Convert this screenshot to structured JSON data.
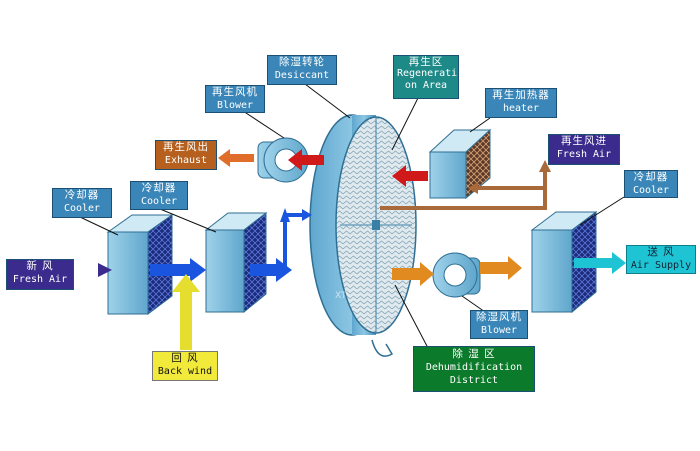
{
  "labels": {
    "desiccant": {
      "zh": "除湿转轮",
      "en": "Desiccant"
    },
    "regeneration_area": {
      "zh": "再生区",
      "en": "Regenerati on Area"
    },
    "blower_top": {
      "zh": "再生风机",
      "en": "Blower"
    },
    "heater": {
      "zh": "再生加热器",
      "en": "heater"
    },
    "exhaust": {
      "zh": "再生风出",
      "en": "Exhaust"
    },
    "fresh_air_regen": {
      "zh": "再生风进",
      "en": "Fresh Air"
    },
    "cooler_left": {
      "zh": "冷却器",
      "en": "Cooler"
    },
    "cooler_mid": {
      "zh": "冷却器",
      "en": "Cooler"
    },
    "cooler_right": {
      "zh": "冷却器",
      "en": "Cooler"
    },
    "fresh_air_in": {
      "zh": "新 风",
      "en": "Fresh Air"
    },
    "air_supply": {
      "zh": "送 风",
      "en": "Air Supply"
    },
    "back_wind": {
      "zh": "回 风",
      "en": "Back wind"
    },
    "blower_bottom": {
      "zh": "除湿风机",
      "en": "Blower"
    },
    "dehumidification": {
      "zh": "除 湿 区",
      "en": "Dehumidification District"
    }
  },
  "colors": {
    "label_blue": "#3a86b8",
    "regen_teal": "#1e8a87",
    "exhaust_orange": "#b5601f",
    "fresh_purple": "#3b2b8c",
    "supply_aqua": "#1ec4d4",
    "backwind_yellow": "#f2ea3a",
    "dehum_green": "#0b7a2a",
    "flow_blue": "#1a55e0",
    "flow_orange": "#e08a20",
    "flow_red": "#d01a1a",
    "flow_brown": "#a86a3a"
  },
  "watermark": "XT"
}
